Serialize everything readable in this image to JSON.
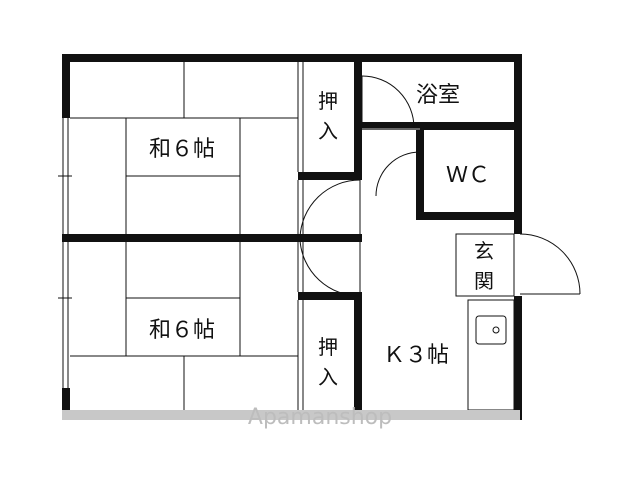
{
  "rooms": {
    "washitsu_top": "和６帖",
    "washitsu_bottom": "和６帖",
    "oshiire_top": [
      "押",
      "入"
    ],
    "oshiire_bottom": [
      "押",
      "入"
    ],
    "bath": "浴室",
    "toilet": "ＷＣ",
    "entrance": [
      "玄",
      "関"
    ],
    "kitchen": "Ｋ３帖"
  },
  "watermark": "Apamanshop"
}
